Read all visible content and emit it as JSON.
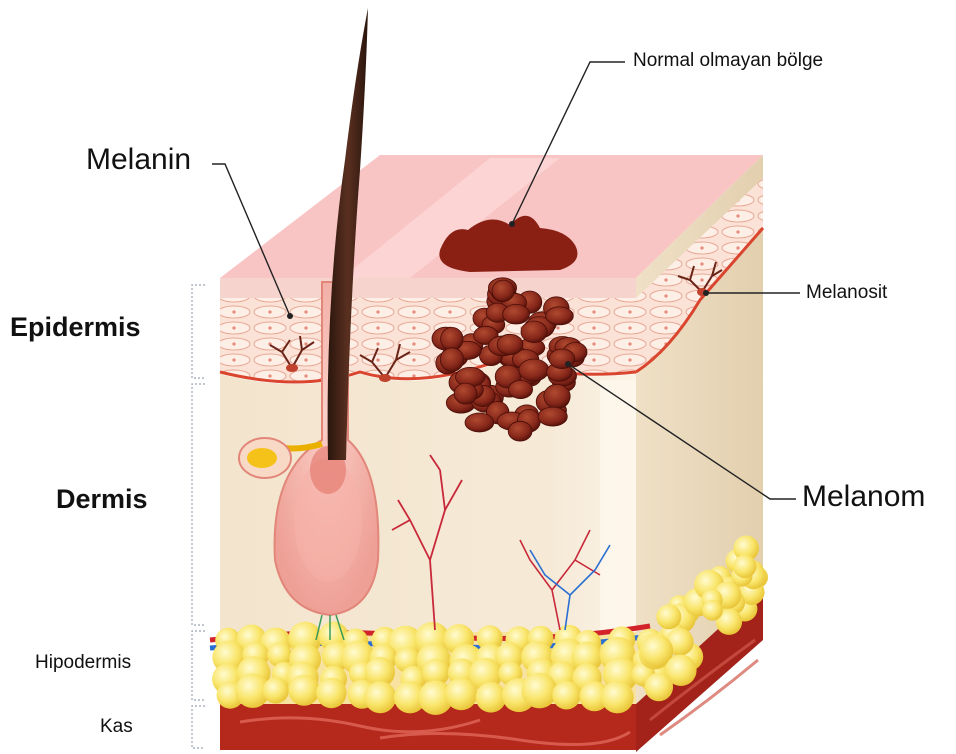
{
  "labels": {
    "epidermis": "Epidermis",
    "dermis": "Dermis",
    "hypodermis": "Hipodermis",
    "muscle": "Kas",
    "melanin": "Melanin",
    "abnormal_area": "Normal olmayan bölge",
    "melanocyte": "Melanosit",
    "melanoma": "Melanom"
  },
  "colors": {
    "skin_top": "#f9c6c6",
    "epidermis": "#fbe0d4",
    "dermis": "#f3e6cf",
    "fat": "#f9e56a",
    "muscle": "#b5281c",
    "melanoma": "#7a1e12",
    "hair": "#3a1f14",
    "blood_red": "#d2222a",
    "blood_blue": "#2a6fd1"
  }
}
